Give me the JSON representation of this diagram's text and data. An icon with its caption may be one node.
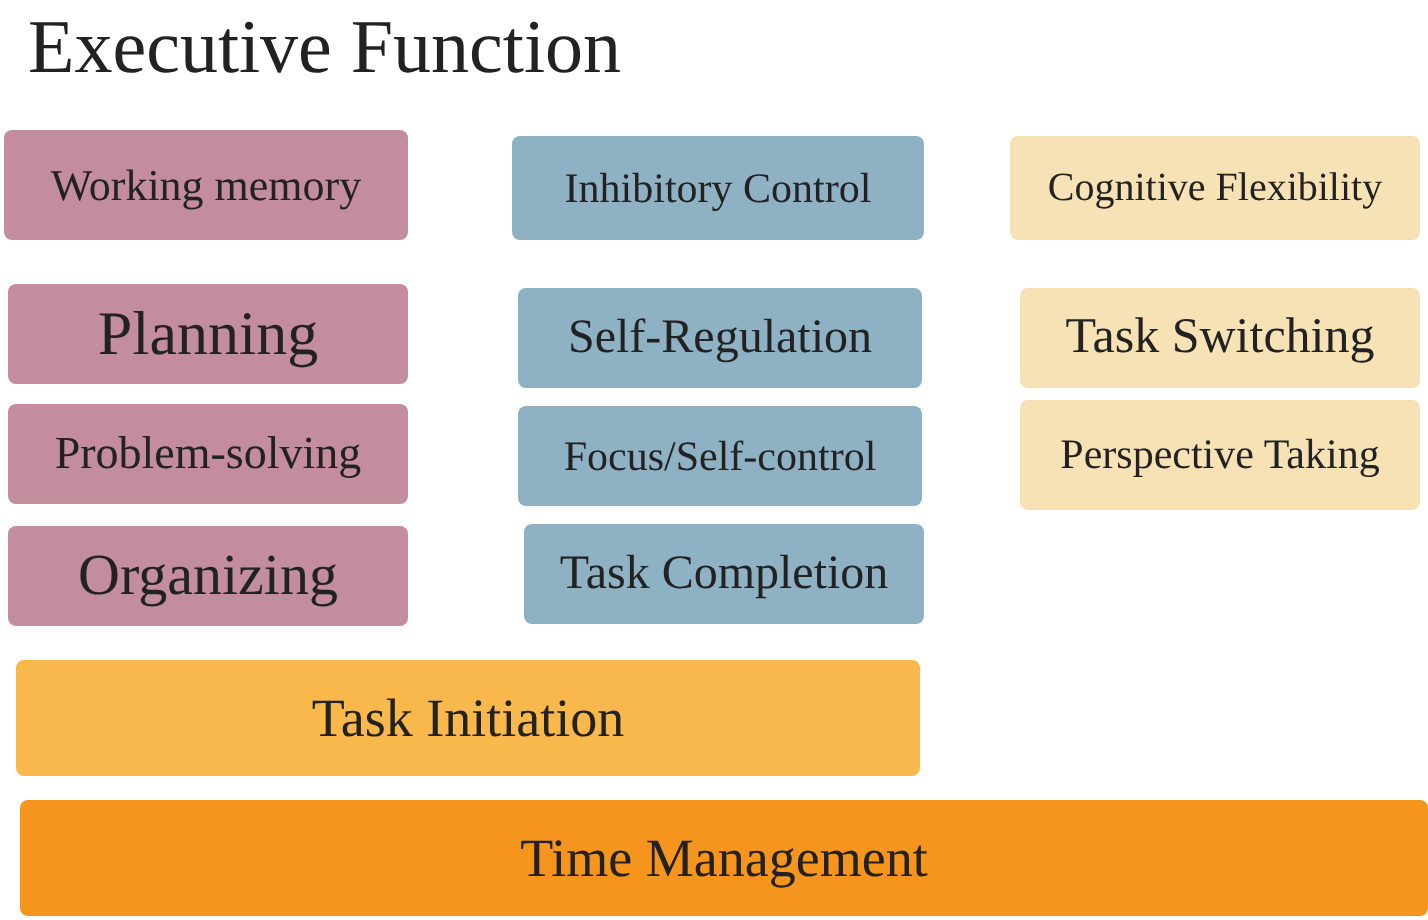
{
  "diagram": {
    "title": "Executive Function",
    "nodes": [
      {
        "text": [
          "Working memory"
        ]
      },
      {
        "text": [
          "Inhibitory Control"
        ]
      },
      {
        "text": [
          "Cognitive Flexibility"
        ]
      },
      {
        "text": [
          "Planning"
        ]
      },
      {
        "text": [
          "Self-Regulation"
        ]
      },
      {
        "text": [
          "Task Switching"
        ]
      },
      {
        "text": [
          "Problem-solving"
        ]
      },
      {
        "text": [
          "Focus/Self-control"
        ]
      },
      {
        "text": [
          "Perspective Taking"
        ]
      },
      {
        "text": [
          "Organizing"
        ]
      },
      {
        "text": [
          "Task Completion"
        ]
      },
      {
        "text": [
          "Task Initiation"
        ]
      },
      {
        "text": [
          "Time Management"
        ]
      }
    ]
  }
}
